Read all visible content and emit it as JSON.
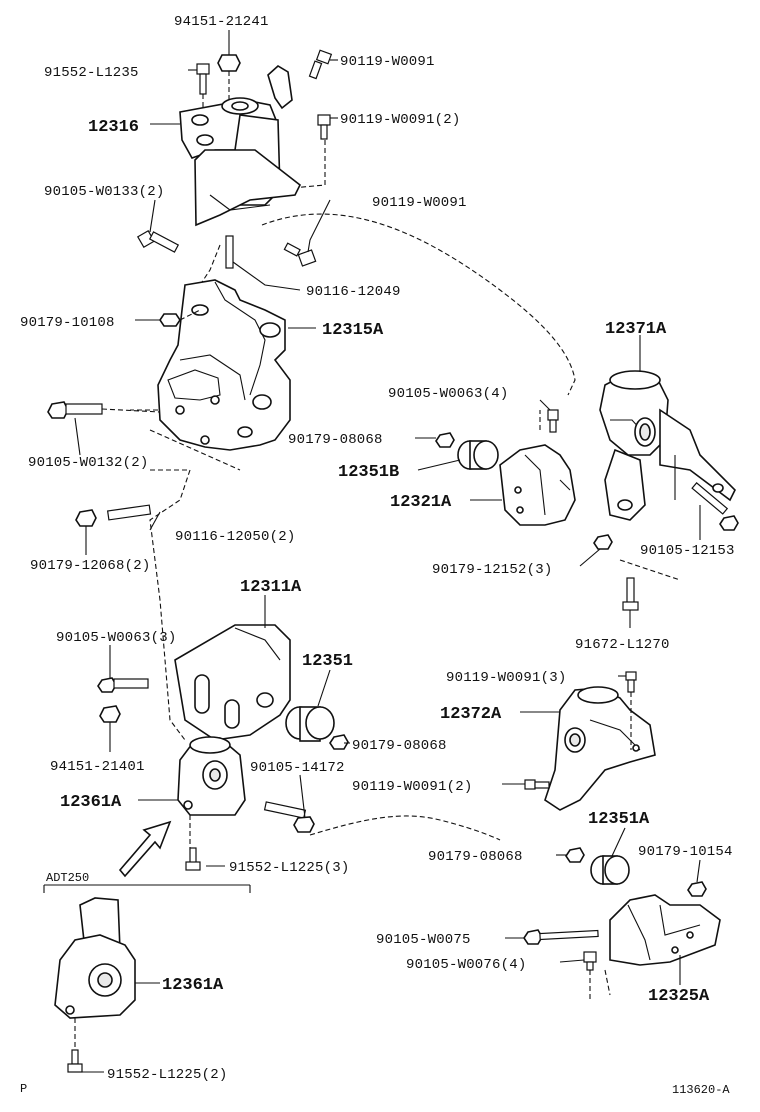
{
  "labels": {
    "l_94151_21241": "94151-21241",
    "l_91552_L1235": "91552-L1235",
    "l_90119_W0091_a": "90119-W0091",
    "l_12316": "12316",
    "l_90119_W0091_2a": "90119-W0091(2)",
    "l_90105_W0133": "90105-W0133(2)",
    "l_90119_W0091_b": "90119-W0091",
    "l_90116_12049": "90116-12049",
    "l_90179_10108": "90179-10108",
    "l_12315A": "12315A",
    "l_12371A": "12371A",
    "l_90105_W0063_4": "90105-W0063(4)",
    "l_90179_08068_a": "90179-08068",
    "l_12351B": "12351B",
    "l_90105_W0132": "90105-W0132(2)",
    "l_12321A": "12321A",
    "l_90116_12050": "90116-12050(2)",
    "l_90105_12153": "90105-12153",
    "l_90179_12068": "90179-12068(2)",
    "l_90179_12152": "90179-12152(3)",
    "l_12311A": "12311A",
    "l_91672_L1270": "91672-L1270",
    "l_90105_W0063_3": "90105-W0063(3)",
    "l_12351": "12351",
    "l_90119_W0091_3": "90119-W0091(3)",
    "l_12372A": "12372A",
    "l_90179_08068_b": "90179-08068",
    "l_94151_21401": "94151-21401",
    "l_90105_14172": "90105-14172",
    "l_90119_W0091_2b": "90119-W0091(2)",
    "l_12361A_a": "12361A",
    "l_12351A": "12351A",
    "l_90179_08068_c": "90179-08068",
    "l_90179_10154": "90179-10154",
    "l_91552_L1225_3": "91552-L1225(3)",
    "l_ADT250": "ADT250",
    "l_90105_W0075": "90105-W0075",
    "l_90105_W0076": "90105-W0076(4)",
    "l_12361A_b": "12361A",
    "l_12325A": "12325A",
    "l_91552_L1225_2": "91552-L1225(2)",
    "l_P": "P",
    "l_113620": "113620-A"
  }
}
